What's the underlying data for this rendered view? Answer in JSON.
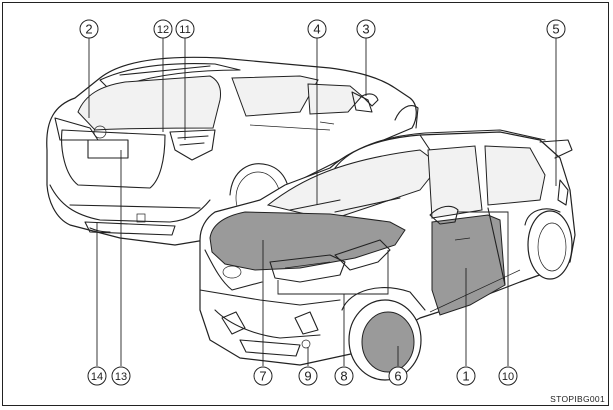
{
  "image_code": "STOPIBG001",
  "colors": {
    "outline": "#222222",
    "highlight": "#9a9a9a",
    "background": "#ffffff"
  },
  "callouts": [
    {
      "id": "1",
      "label": "1"
    },
    {
      "id": "2",
      "label": "2"
    },
    {
      "id": "3",
      "label": "3"
    },
    {
      "id": "4",
      "label": "4"
    },
    {
      "id": "5",
      "label": "5"
    },
    {
      "id": "6",
      "label": "6"
    },
    {
      "id": "7",
      "label": "7"
    },
    {
      "id": "8",
      "label": "8"
    },
    {
      "id": "9",
      "label": "9"
    },
    {
      "id": "10",
      "label": "10"
    },
    {
      "id": "11",
      "label": "11"
    },
    {
      "id": "12",
      "label": "12"
    },
    {
      "id": "13",
      "label": "13"
    },
    {
      "id": "14",
      "label": "14"
    }
  ]
}
